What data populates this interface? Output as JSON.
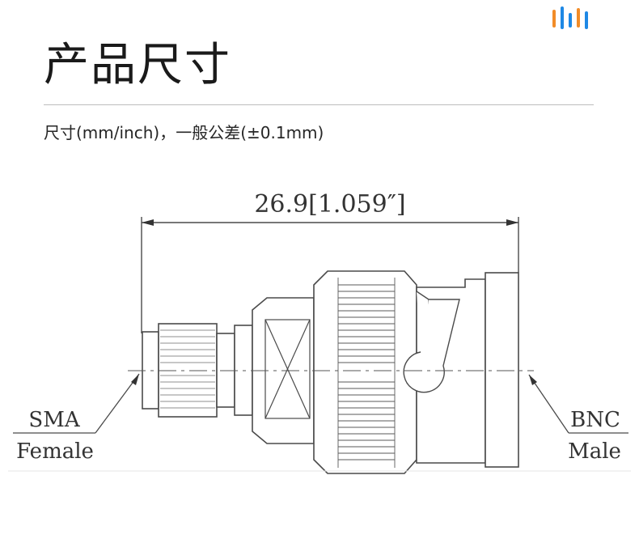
{
  "header": {
    "logo_icon": "audio-bars-logo",
    "title": "产品尺寸"
  },
  "spec": {
    "subtitle": "尺寸(mm/inch)，一般公差(±0.1mm)"
  },
  "drawing": {
    "overall_length": "26.9[1.059″]",
    "left_label_line1": "SMA",
    "left_label_line2": "Female",
    "right_label_line1": "BNC",
    "right_label_line2": "Male"
  },
  "colors": {
    "logo_orange": "#f28c28",
    "logo_blue": "#1e88e5",
    "line": "#4a4a4a"
  }
}
